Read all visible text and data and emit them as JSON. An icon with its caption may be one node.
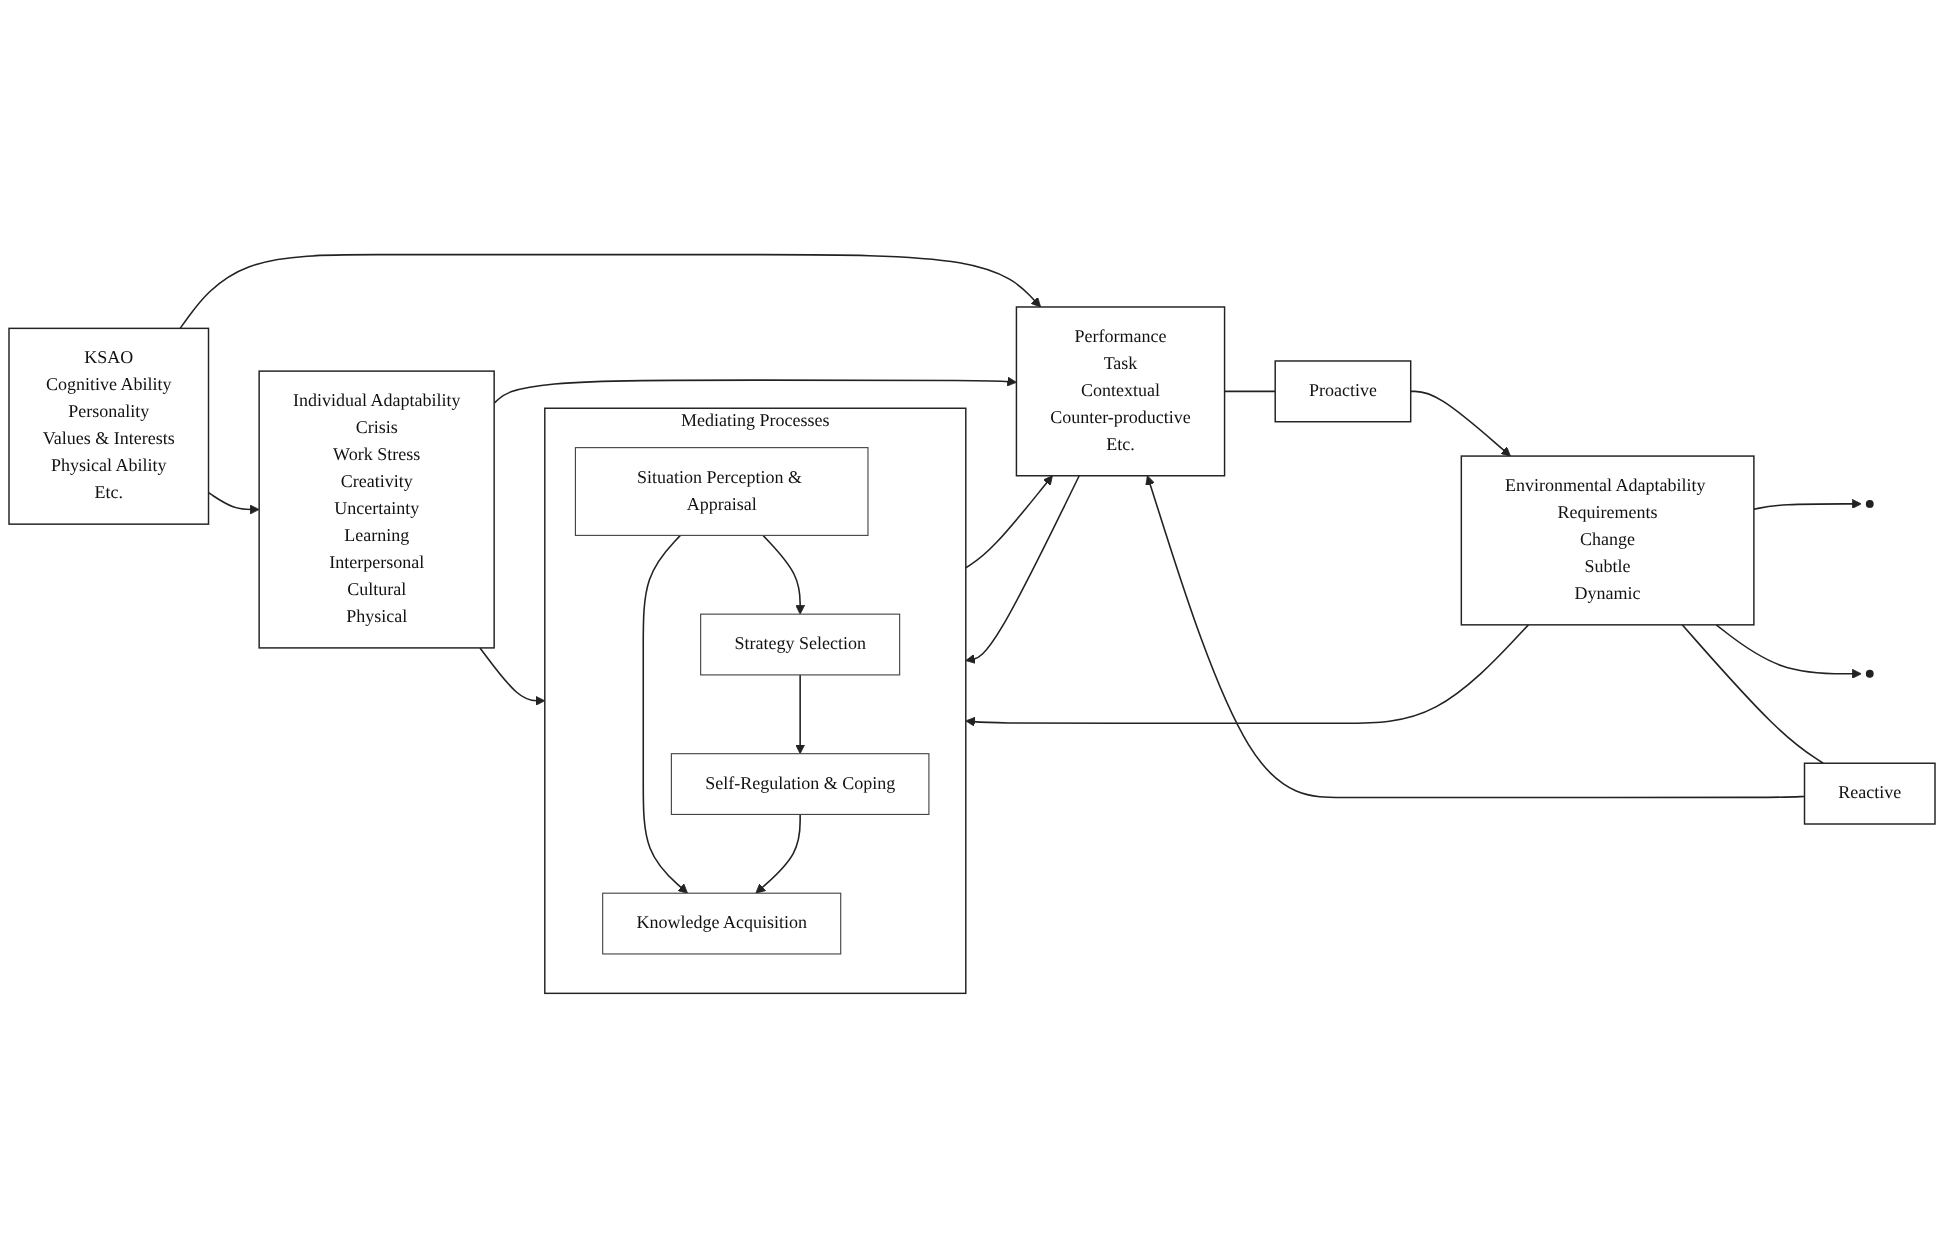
{
  "diagram": {
    "nodes": [
      {
        "text": [
          "KSAO",
          "Cognitive Ability",
          "Personality",
          "Values & Interests",
          "Physical Ability",
          "Etc."
        ]
      },
      {
        "text": [
          "Environmental Adaptability Requirements",
          "Change",
          "Subtle",
          "Dynamic"
        ]
      },
      {
        "text": [
          "Individual Adaptability",
          "Crisis",
          "Work Stress",
          "Creativity",
          "Uncertainty",
          "Learning",
          "Interpersonal",
          "Cultural",
          "Physical"
        ]
      },
      {
        "text": [
          "Proactive"
        ]
      },
      {
        "text": [
          "Reactive"
        ]
      },
      {
        "text": [
          "Mediating Processes"
        ]
      },
      {
        "text": [
          "Situation Perception & Appraisal"
        ],
        "in": 5
      },
      {
        "text": [
          "Knowledge Acquisition"
        ],
        "in": 5
      },
      {
        "text": [
          "Strategy Selection"
        ],
        "in": 5
      },
      {
        "text": [
          "Self-Regulation & Coping"
        ],
        "in": 5
      },
      {
        "text": [
          "Performance",
          "Task",
          "Contextual",
          "Counter-productive",
          "Etc."
        ]
      }
    ],
    "edges": [
      {
        "from": 0,
        "to": 2,
        "arrow": "to"
      },
      {
        "from": 0,
        "to": 10,
        "arrow": "to"
      },
      {
        "from": 1,
        "to": null,
        "arrow": "to"
      },
      {
        "from": 1,
        "to": null,
        "arrow": "to"
      },
      {
        "from": 1,
        "to": 5,
        "arrow": "to"
      },
      {
        "from": 2,
        "to": 10,
        "arrow": "to"
      },
      {
        "from": 2,
        "to": 5,
        "arrow": "to"
      },
      {
        "from": 5,
        "to": 10,
        "arrow": "to"
      },
      {
        "from": 10,
        "to": 5,
        "arrow": "to"
      },
      {
        "from": 10,
        "to": 3,
        "arrow": "none"
      },
      {
        "from": 3,
        "to": 1,
        "arrow": "to"
      },
      {
        "from": 1,
        "to": 4,
        "arrow": "none"
      },
      {
        "from": 4,
        "to": 10,
        "arrow": "to"
      },
      {
        "from": 6,
        "to": 7,
        "arrow": "to"
      },
      {
        "from": 6,
        "to": 8,
        "arrow": "to"
      },
      {
        "from": 8,
        "to": 9,
        "arrow": "to"
      },
      {
        "from": 9,
        "to": 7,
        "arrow": "to"
      }
    ]
  }
}
